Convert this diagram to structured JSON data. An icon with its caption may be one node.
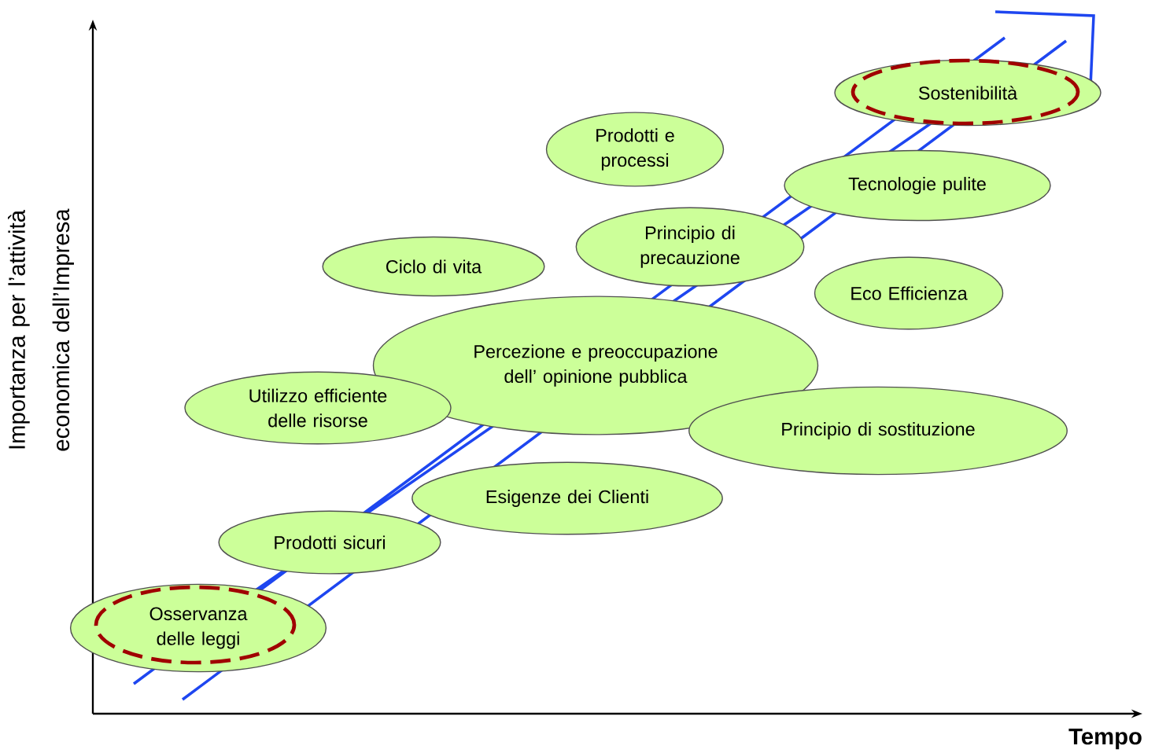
{
  "diagram": {
    "nodes": [
      {
        "text": [
          "Sostenibilità"
        ]
      },
      {
        "text": [
          "Prodotti e processi"
        ]
      },
      {
        "text": [
          "Tecnologie pulite"
        ]
      },
      {
        "text": [
          "Principio di precauzione"
        ]
      },
      {
        "text": [
          "Ciclo di vita"
        ]
      },
      {
        "text": [
          "Eco Efficienza"
        ]
      },
      {
        "text": [
          "Percezione e preoccupazione dell’ opinione pubblica"
        ]
      },
      {
        "text": [
          "Utilizzo efficiente delle risorse"
        ]
      },
      {
        "text": [
          "Principio di sostituzione"
        ]
      },
      {
        "text": [
          "Esigenze dei Clienti"
        ]
      },
      {
        "text": [
          "Prodotti sicuri"
        ]
      },
      {
        "text": [
          "Osservanza delle leggi"
        ]
      }
    ],
    "labels": [
      "Importanza per l’attività economica dell’Impresa",
      "Tempo"
    ]
  }
}
